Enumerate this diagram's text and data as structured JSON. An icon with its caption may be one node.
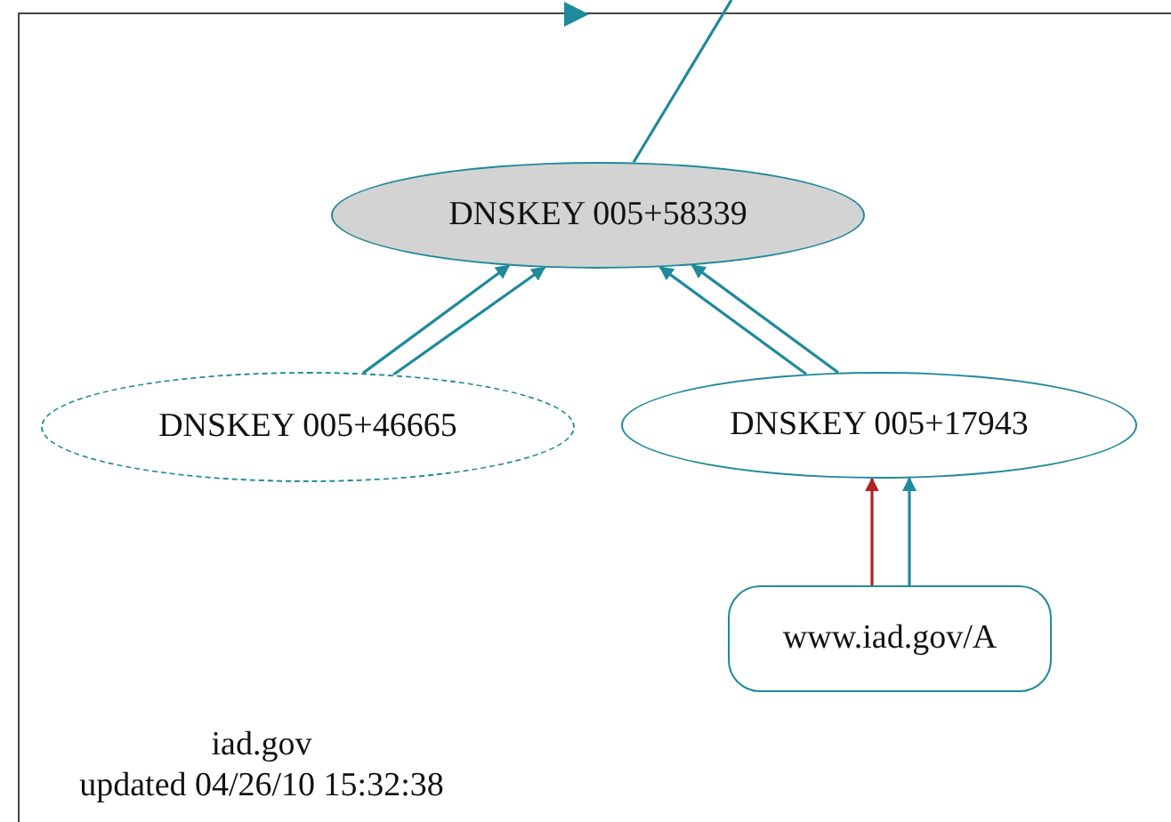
{
  "diagram": {
    "nodes": [
      {
        "text": [
          "iad.gov",
          "updated 04/26/10 15:32:38"
        ]
      },
      {
        "text": [
          "DNSKEY 005+58339"
        ],
        "in": 0
      },
      {
        "text": [
          "DNSKEY 005+46665"
        ],
        "in": 0
      },
      {
        "text": [
          "DNSKEY 005+17943"
        ],
        "in": 0
      },
      {
        "text": [
          "www.iad.gov/A"
        ],
        "in": 0
      }
    ],
    "edges": [
      {
        "from": 1,
        "to": null,
        "arrow": "none"
      },
      {
        "from": 2,
        "to": 1,
        "arrow": "to"
      },
      {
        "from": 2,
        "to": 1,
        "arrow": "to"
      },
      {
        "from": 3,
        "to": 1,
        "arrow": "to"
      },
      {
        "from": 3,
        "to": 1,
        "arrow": "to"
      },
      {
        "from": 4,
        "to": 3,
        "arrow": "to",
        "color": "#b22222"
      },
      {
        "from": 4,
        "to": 3,
        "arrow": "to"
      }
    ]
  }
}
